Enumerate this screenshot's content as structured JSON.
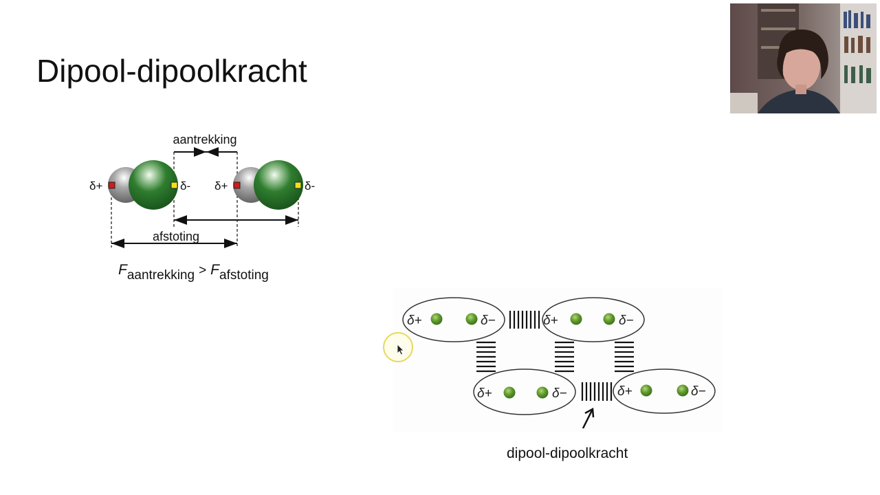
{
  "slide": {
    "title": "Dipool-dipoolkracht",
    "caption": "dipool-dipoolkracht"
  },
  "figure_top": {
    "attraction_label": "aantrekking",
    "repulsion_label": "afstoting",
    "delta_plus": "δ+",
    "delta_minus": "δ-",
    "formula_F": "F",
    "formula_sub_left": "aantrekking",
    "formula_op": ">",
    "formula_sub_right": "afstoting"
  },
  "figure_bottom": {
    "delta_plus": "δ+",
    "delta_minus": "δ−"
  },
  "colors": {
    "green_atom": "#1f6b22",
    "grey_atom": "#8a8a8a",
    "positive_marker": "#d11a1a",
    "negative_marker": "#f0e21a",
    "cursor_highlight": "#e8d85a"
  },
  "icons": {
    "pointer": "mouse-pointer-icon",
    "webcam": "webcam-feed"
  }
}
